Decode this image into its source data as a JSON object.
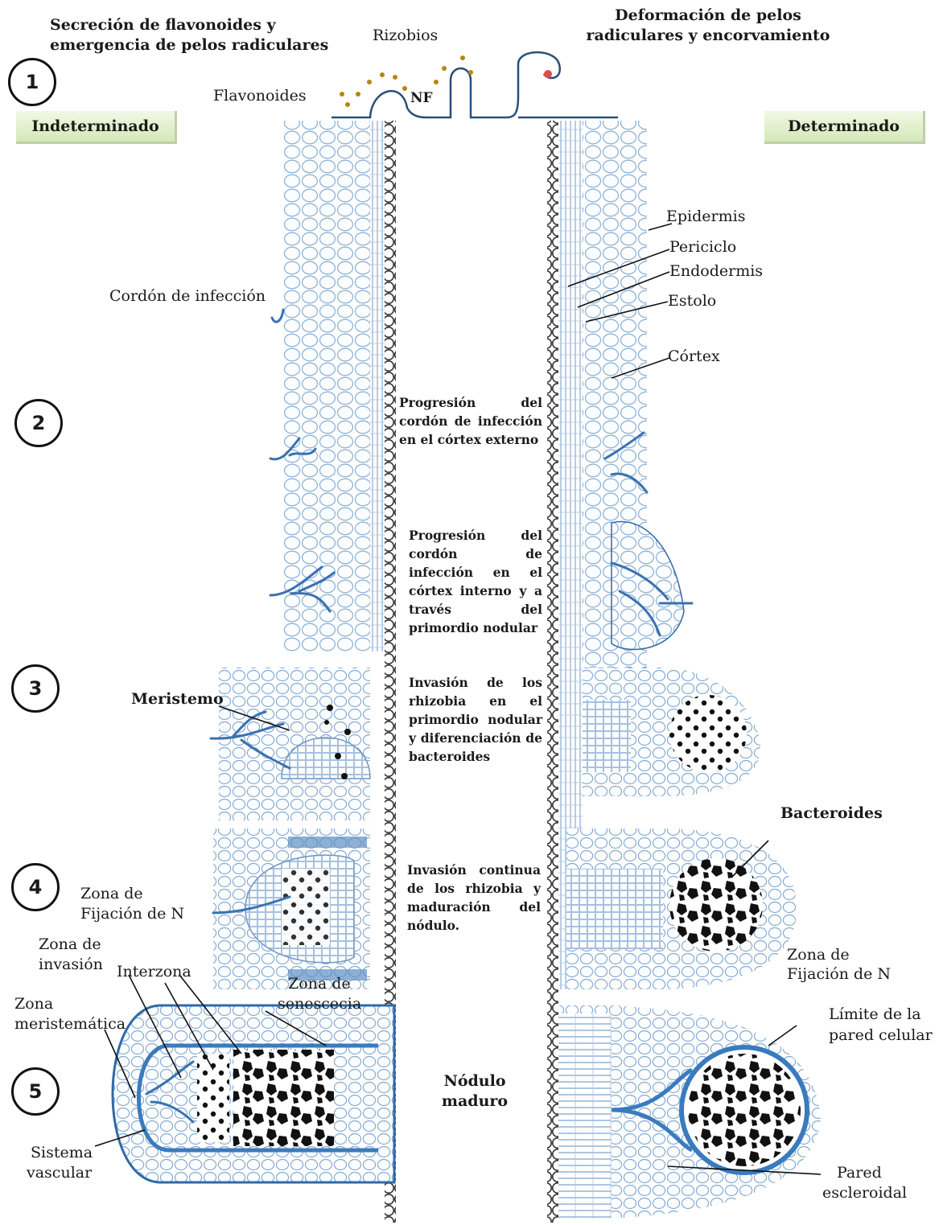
{
  "titles": {
    "left": [
      "Secreción de flavonoides  y",
      "emergencia  de pelos radiculares"
    ],
    "right": [
      "Deformación de pelos",
      "radiculares  y encorvamiento"
    ],
    "rizobios": "Rizobios",
    "flavonoides": "Flavonoides",
    "nf": "NF"
  },
  "tags": {
    "left": "Indeterminado",
    "right": "Determinado"
  },
  "stages": [
    "1",
    "2",
    "3",
    "4",
    "5"
  ],
  "right_labels": {
    "epidermis": "Epidermis",
    "periciclo": "Periciclo",
    "endodermis": "Endodermis",
    "estolo": "Estolo",
    "cortex": "Córtex",
    "bacteroides": "Bacteroides",
    "zona_fijacion": [
      "Zona de",
      "Fijación de N"
    ],
    "limite": [
      "Límite de la",
      "pared celular"
    ],
    "pared": [
      "Pared",
      "escleroidal"
    ]
  },
  "left_labels": {
    "cordon": "Cordón de infección",
    "meristemo": "Meristemo",
    "zona_fijacion": [
      "Zona de",
      "Fijación de N"
    ],
    "zona_invasion": [
      "Zona de",
      "invasión"
    ],
    "interzona": "Interzona",
    "zona_senescencia": [
      "Zona de",
      "senescecia"
    ],
    "zona_meristematica": [
      "Zona",
      "meristemática"
    ],
    "sistema_vascular": [
      "Sistema",
      "vascular"
    ]
  },
  "descriptions": {
    "d1": "Progresión del cordón de infección en el córtex externo",
    "d2": "Progresión del cordón de infección en el córtex interno y a través del primordio nodular",
    "d3": "Invasión de los rhizobia en el primordio nodular y diferenciación de bacteroides",
    "d4": "Invasión continua de los rhizobia y maduración del nódulo.",
    "d5": [
      "Nódulo",
      "maduro"
    ]
  }
}
